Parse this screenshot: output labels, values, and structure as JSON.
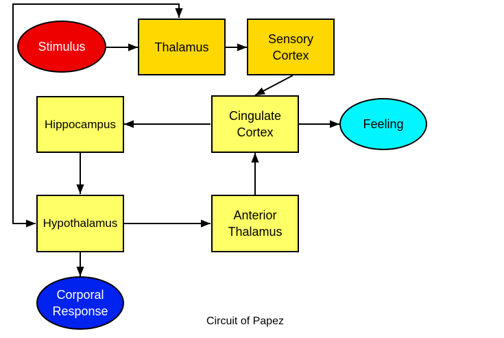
{
  "diagram": {
    "nodes": {
      "stimulus": {
        "label": "Stimulus",
        "fill": "#ee0000",
        "text_color": "#ffffff"
      },
      "thalamus": {
        "label": "Thalamus",
        "fill": "#ffd800"
      },
      "sensory_cortex": {
        "label": "Sensory\nCortex",
        "fill": "#ffd800"
      },
      "hippocampus": {
        "label": "Hippocampus",
        "fill": "#ffff66"
      },
      "cingulate_cortex": {
        "label": "Cingulate\nCortex",
        "fill": "#ffff66"
      },
      "feeling": {
        "label": "Feeling",
        "fill": "#00f5ff",
        "text_color": "#000000"
      },
      "hypothalamus": {
        "label": "Hypothalamus",
        "fill": "#ffff66"
      },
      "anterior_thalamus": {
        "label": "Anterior\nThalamus",
        "fill": "#ffff66"
      },
      "corporal_response": {
        "label": "Corporal\nResponse",
        "fill": "#0022ee",
        "text_color": "#ffffff"
      }
    },
    "edges": [
      {
        "from": "stimulus",
        "to": "thalamus"
      },
      {
        "from": "thalamus",
        "to": "sensory_cortex"
      },
      {
        "from": "sensory_cortex",
        "to": "cingulate_cortex"
      },
      {
        "from": "cingulate_cortex",
        "to": "hippocampus"
      },
      {
        "from": "cingulate_cortex",
        "to": "feeling"
      },
      {
        "from": "hippocampus",
        "to": "hypothalamus"
      },
      {
        "from": "hypothalamus",
        "to": "anterior_thalamus"
      },
      {
        "from": "anterior_thalamus",
        "to": "cingulate_cortex"
      },
      {
        "from": "hypothalamus",
        "to": "corporal_response"
      },
      {
        "from": "hypothalamus",
        "to": "thalamus"
      }
    ],
    "caption": "Circuit of Papez"
  }
}
